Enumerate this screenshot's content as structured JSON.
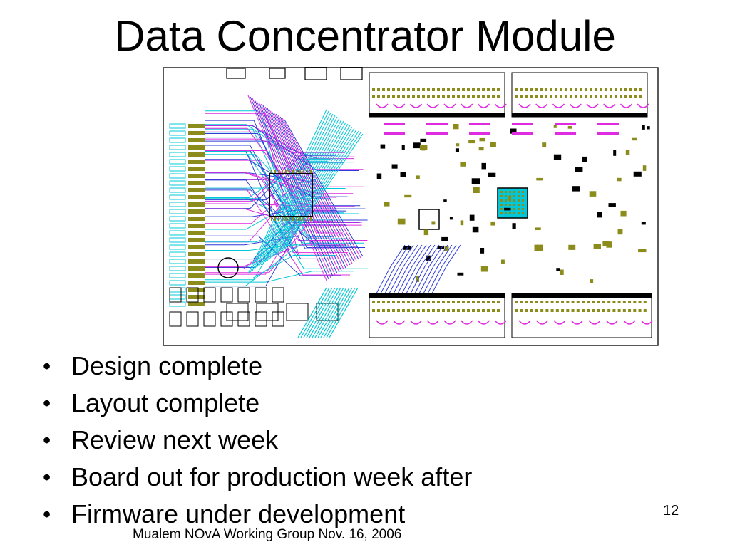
{
  "slide": {
    "title": "Data Concentrator Module",
    "bullets": [
      "Design complete",
      "Layout complete",
      "Review next week",
      "Board out for production week after",
      "Firmware under development"
    ],
    "page_number": "12",
    "footer": "Mualem NOvA Working Group Nov. 16, 2006"
  },
  "figure": {
    "description_icon": "pcb-layout-image",
    "colors": {
      "outline": "#111111",
      "trace_cyan": "#00c8d8",
      "trace_blue": "#2f3cd8",
      "trace_magenta": "#e02ce0",
      "pad_olive": "#8c8c1c",
      "silk_black": "#000000"
    }
  }
}
